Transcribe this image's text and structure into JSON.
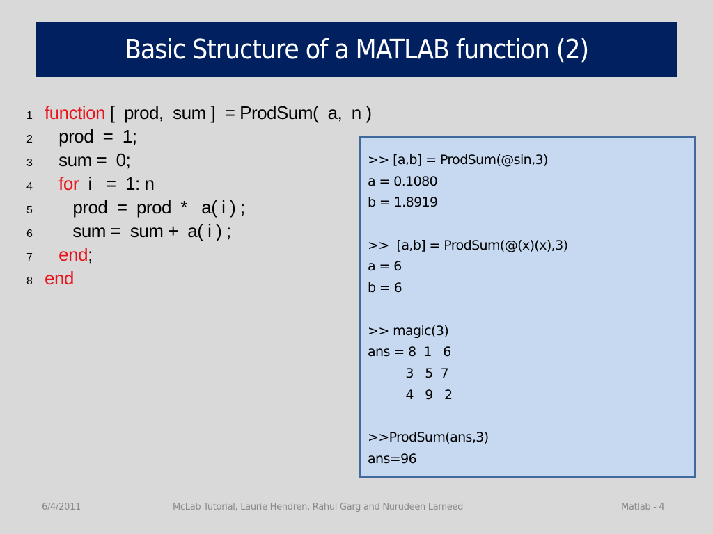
{
  "slide": {
    "title": "Basic Structure of a MATLAB function (2)",
    "colors": {
      "background": "#d9d9d9",
      "title_bar": "#002060",
      "title_text": "#ffffff",
      "keyword": "#e8141c",
      "console_bg": "#c6d9f1",
      "console_border": "#41699b"
    }
  },
  "code": {
    "lines": [
      {
        "no": "1",
        "indent": "",
        "kw": "function",
        "rest": " [  prod,  sum ]  = ProdSum(  a,  n )"
      },
      {
        "no": "2",
        "indent": "   ",
        "kw": "",
        "rest": "prod  =  1;"
      },
      {
        "no": "3",
        "indent": "   ",
        "kw": "",
        "rest": "sum =  0;"
      },
      {
        "no": "4",
        "indent": "   ",
        "kw": "for",
        "rest": "  i   =  1: n"
      },
      {
        "no": "5",
        "indent": "      ",
        "kw": "",
        "rest": "prod  =  prod  *   a( i ) ;"
      },
      {
        "no": "6",
        "indent": "      ",
        "kw": "",
        "rest": "sum =  sum +  a( i ) ;"
      },
      {
        "no": "7",
        "indent": "   ",
        "kw": "end",
        "rest": ";"
      },
      {
        "no": "8",
        "indent": "",
        "kw": "end",
        "rest": ""
      }
    ]
  },
  "console": {
    "lines": [
      ">> [a,b] = ProdSum(@sin,3)",
      "a = 0.1080",
      "b = 1.8919",
      "",
      ">>  [a,b] = ProdSum(@(x)(x),3)",
      "a = 6",
      "b = 6",
      "",
      ">> magic(3)",
      "ans = 8  1   6",
      "          3   5  7",
      "          4   9   2",
      "",
      ">>ProdSum(ans,3)",
      "ans=96"
    ]
  },
  "footer": {
    "date": "6/4/2011",
    "center": "McLab Tutorial,  Laurie Hendren, Rahul Garg and Nurudeen Lameed",
    "page": "Matlab - 4"
  }
}
